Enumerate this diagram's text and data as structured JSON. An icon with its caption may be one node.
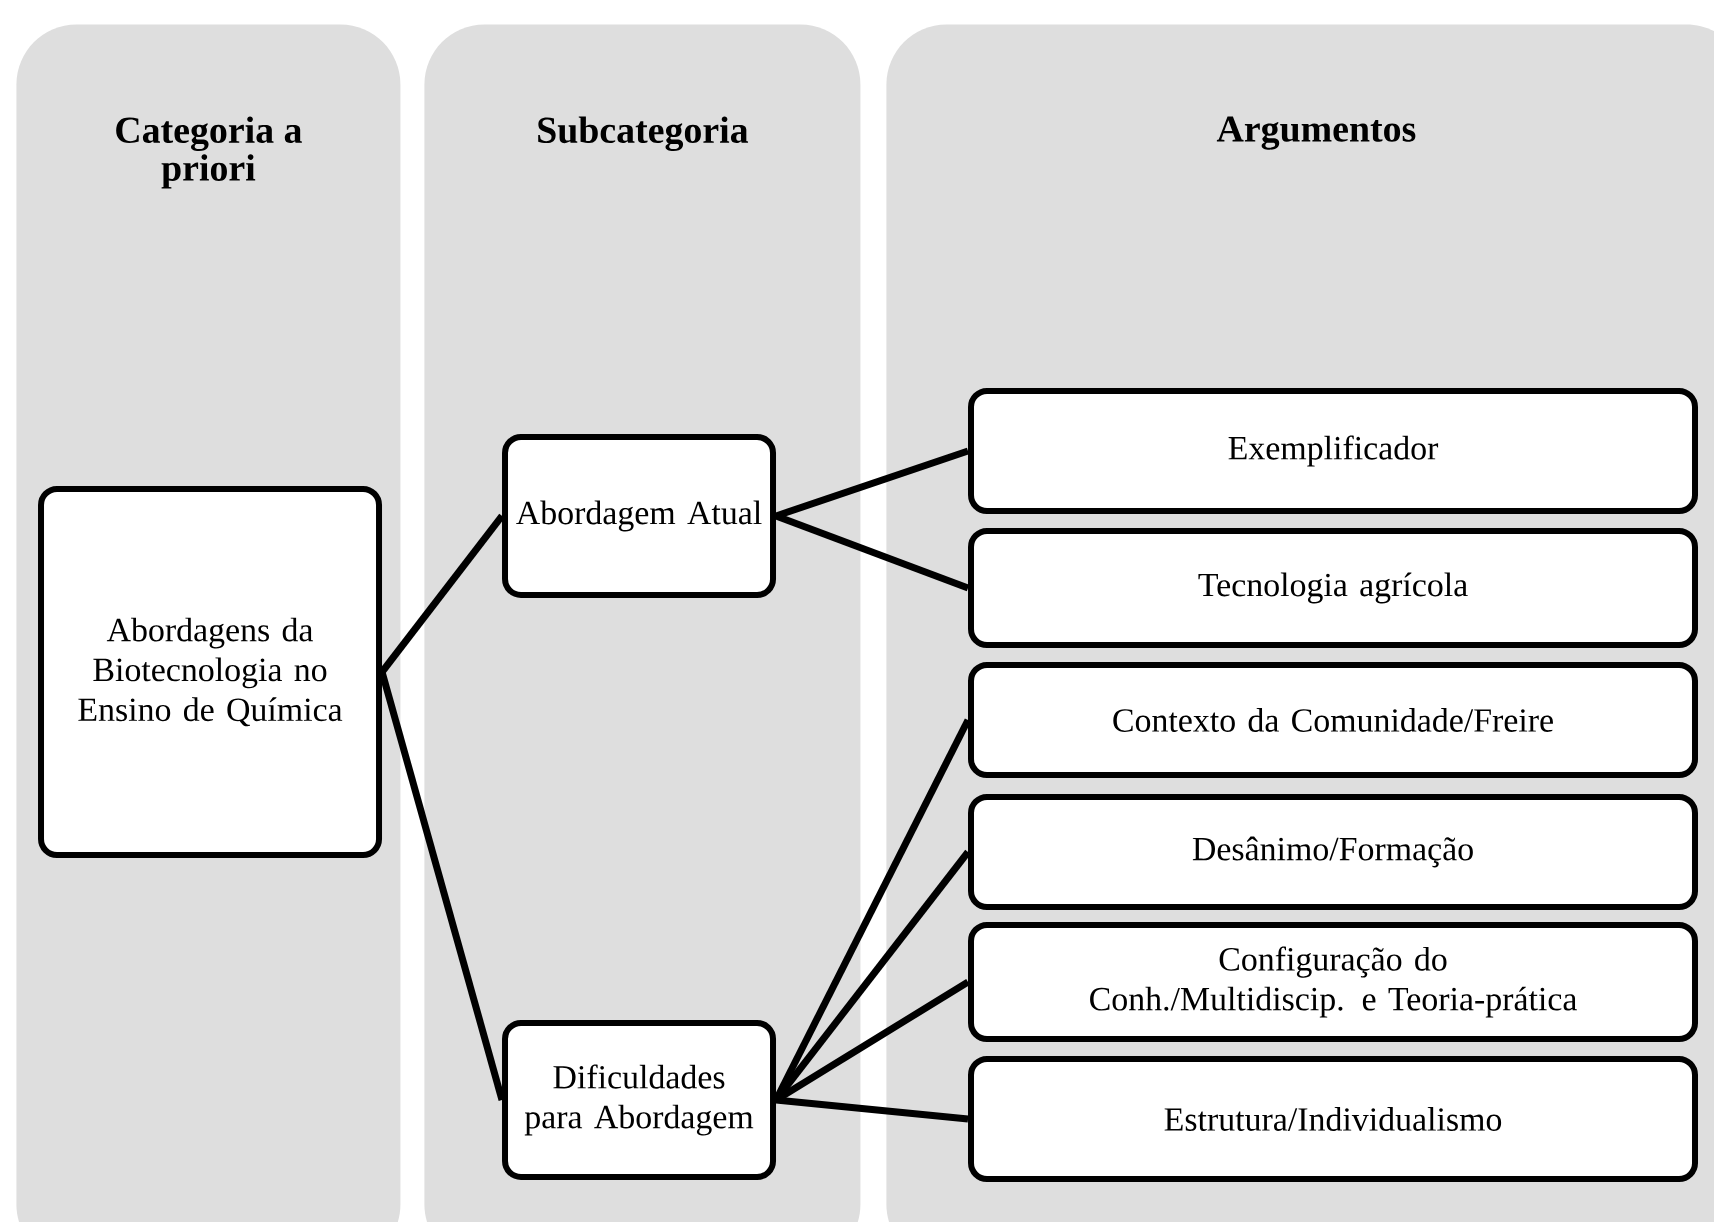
{
  "diagram": {
    "nodes": [
      {
        "text": [
          "Categoria a priori"
        ]
      },
      {
        "text": [
          "Abordagens da Biotecnologia no Ensino de Química"
        ],
        "in": 0
      },
      {
        "text": [
          "Subcategoria"
        ]
      },
      {
        "text": [
          "Abordagem Atual"
        ],
        "in": 2
      },
      {
        "text": [
          "Dificuldades para Abordagem"
        ],
        "in": 2
      },
      {
        "text": [
          "Argumentos"
        ]
      },
      {
        "text": [
          "Exemplificador"
        ],
        "in": 5
      },
      {
        "text": [
          "Tecnologia agrícola"
        ],
        "in": 5
      },
      {
        "text": [
          "Contexto da Comunidade/Freire"
        ],
        "in": 5
      },
      {
        "text": [
          "Desânimo/Formação"
        ],
        "in": 5
      },
      {
        "text": [
          "Configuração do Conh./Multidiscip. e Teoria-prática"
        ],
        "in": 5
      },
      {
        "text": [
          "Estrutura/Individualismo"
        ],
        "in": 5
      }
    ],
    "edges": [
      {
        "from": 1,
        "to": 3,
        "arrow": "none"
      },
      {
        "from": 1,
        "to": 4,
        "arrow": "none"
      },
      {
        "from": 3,
        "to": 6,
        "arrow": "none"
      },
      {
        "from": 3,
        "to": 7,
        "arrow": "none"
      },
      {
        "from": 4,
        "to": 8,
        "arrow": "none"
      },
      {
        "from": 4,
        "to": 9,
        "arrow": "none"
      },
      {
        "from": 4,
        "to": 10,
        "arrow": "none"
      },
      {
        "from": 4,
        "to": 11,
        "arrow": "none"
      }
    ]
  }
}
